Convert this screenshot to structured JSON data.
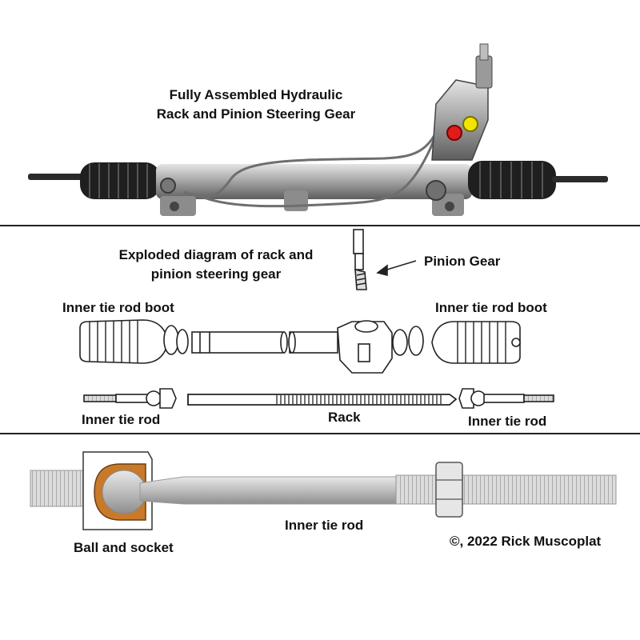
{
  "section1": {
    "title_line1": "Fully Assembled Hydraulic",
    "title_line2": "Rack and Pinion Steering Gear"
  },
  "section2": {
    "title_line1": "Exploded diagram of rack and",
    "title_line2": "pinion steering gear",
    "pinion_label": "Pinion Gear",
    "boot_left_label": "Inner tie rod boot",
    "boot_right_label": "Inner tie rod boot",
    "tierod_left_label": "Inner tie rod",
    "rack_label": "Rack",
    "tierod_right_label": "Inner tie rod"
  },
  "section3": {
    "tierod_label": "Inner tie rod",
    "ball_socket_label": "Ball and socket",
    "copyright": "©, 2022 Rick Muscoplat"
  },
  "colors": {
    "divider": "#222222",
    "socket_orange": "#c87a2a",
    "rod_gray": "#c8c8c8",
    "cap_yellow": "#f2e600",
    "cap_red": "#e01b1b"
  }
}
